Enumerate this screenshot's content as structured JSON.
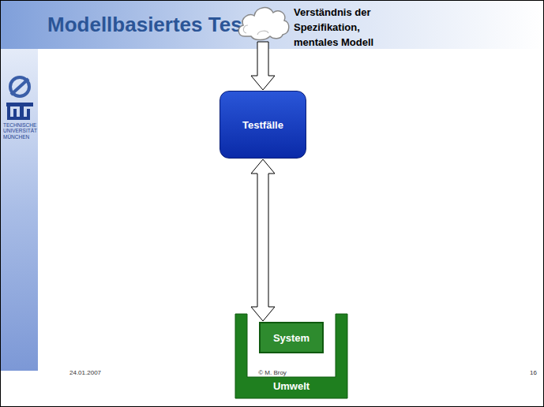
{
  "diagram": {
    "title": "Modellbasiertes Testen",
    "nodes": [
      {
        "text": [
          "Verständnis der Spezifikation, mentales Modell"
        ]
      },
      {
        "text": [
          "Testfälle"
        ]
      },
      {
        "text": [
          "Umwelt"
        ]
      },
      {
        "text": [
          "System"
        ],
        "in": 2
      }
    ],
    "edges": [
      {
        "from": 0,
        "to": 1,
        "arrow": "to"
      },
      {
        "from": 1,
        "to": 3,
        "arrow": "both"
      }
    ],
    "labels": [
      "TECHNISCHE UNIVERSITÄT MÜNCHEN",
      "24.01.2007",
      "© M. Broy",
      "16"
    ]
  }
}
